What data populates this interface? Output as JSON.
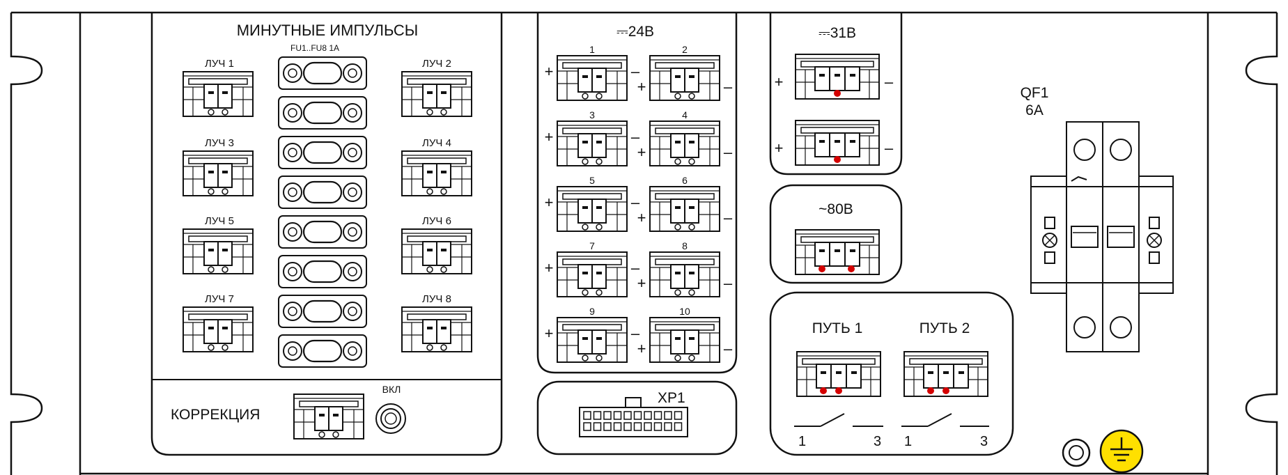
{
  "colors": {
    "line": "#111111",
    "red": "#d40000",
    "yellow": "#ffe000"
  },
  "minute_pulses": {
    "title": "МИНУТНЫЕ ИМПУЛЬСЫ",
    "fuse_label": "FU1..FU8 1А",
    "left_channels": [
      "ЛУЧ 1",
      "ЛУЧ 3",
      "ЛУЧ 5",
      "ЛУЧ 7"
    ],
    "right_channels": [
      "ЛУЧ 2",
      "ЛУЧ 4",
      "ЛУЧ 6",
      "ЛУЧ 8"
    ],
    "fuse_count": 8
  },
  "correction": {
    "label": "КОРРЕКЦИЯ",
    "switch_label": "ВКЛ"
  },
  "dc24": {
    "title": "⎓24В",
    "numbers": [
      "1",
      "2",
      "3",
      "4",
      "5",
      "6",
      "7",
      "8",
      "9",
      "10"
    ],
    "plus": "+",
    "minus": "–"
  },
  "xp1": {
    "label": "XP1"
  },
  "dc31": {
    "title": "⎓31В",
    "plus": "+",
    "minus": "–"
  },
  "ac80": {
    "title": "~80В"
  },
  "paths": {
    "path1": "ПУТЬ 1",
    "path2": "ПУТЬ 2",
    "pin_start": "1",
    "pin_end": "3"
  },
  "breaker": {
    "name": "QF1",
    "rating": "6А"
  }
}
